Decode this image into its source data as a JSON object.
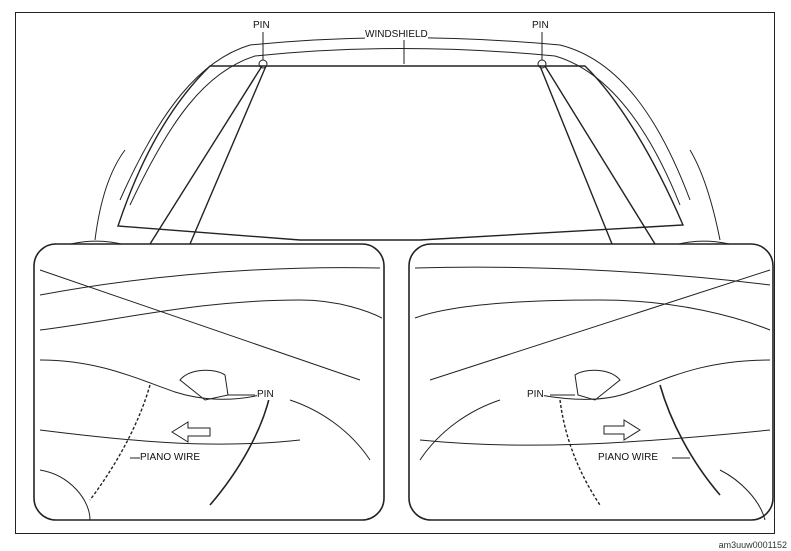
{
  "labels": {
    "windshield": "WINDSHIELD",
    "pin_top_left": "PIN",
    "pin_top_right": "PIN",
    "pin_detail_left": "PIN",
    "pin_detail_right": "PIN",
    "piano_wire_left": "PIANO WIRE",
    "piano_wire_right": "PIANO WIRE"
  },
  "figure_code": "am3uuw0001152",
  "colors": {
    "line": "#222222",
    "background": "#ffffff"
  }
}
